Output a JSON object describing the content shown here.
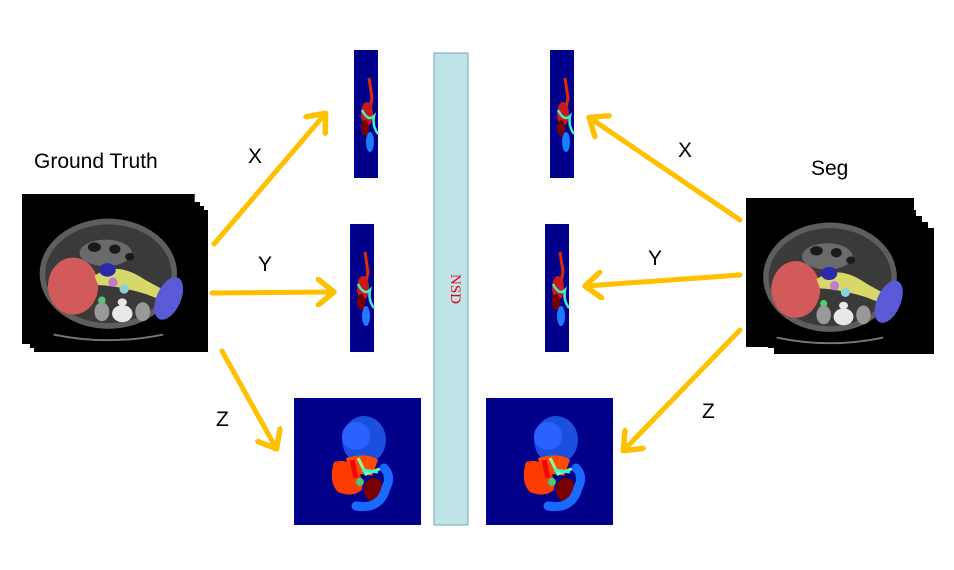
{
  "titles": {
    "ground_truth": "Ground Truth",
    "seg": "Seg"
  },
  "axes": {
    "left_x": "X",
    "left_y": "Y",
    "left_z": "Z",
    "right_x": "X",
    "right_y": "Y",
    "right_z": "Z"
  },
  "nsd_label": "NSD",
  "colors": {
    "arrow": "#FFC000",
    "nsd_fill": "#BFE4E8",
    "nsd_stroke": "#6FA7B0",
    "nsd_text": "#E8000B",
    "projection_bg": "#00008B",
    "ct_bg": "#000000"
  },
  "icons": {
    "ct_stack": "ct-slice-stack-icon",
    "projection": "segmentation-projection-icon"
  }
}
